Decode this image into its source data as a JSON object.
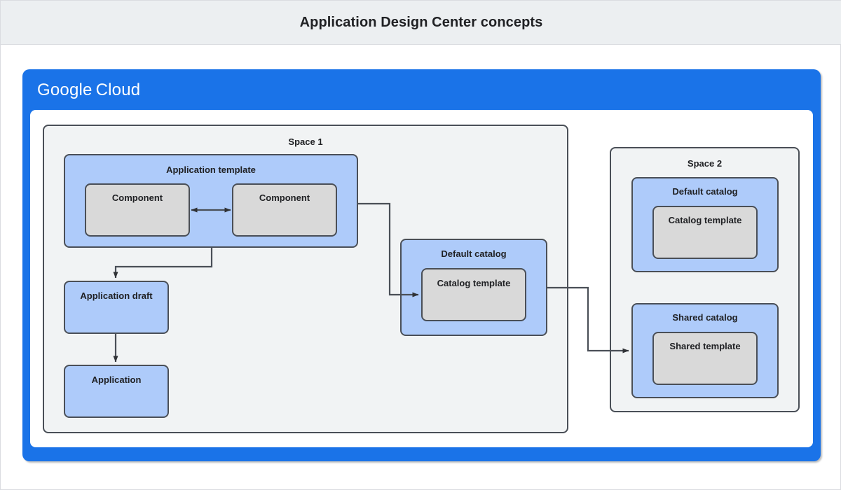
{
  "header": {
    "title": "Application Design Center concepts"
  },
  "cloud": {
    "logo_google": "Google",
    "logo_cloud": "Cloud"
  },
  "colors": {
    "brand_blue": "#1a73e8",
    "box_blue": "#aecbfa",
    "box_gray": "#d9d9d9",
    "panel_gray": "#f1f3f4",
    "border": "#4a4f57",
    "header_bg": "#eceff1",
    "text": "#202124"
  },
  "space1": {
    "label": "Space 1",
    "application_template": {
      "label": "Application template",
      "component_left": "Component",
      "component_right": "Component"
    },
    "application_draft": "Application draft",
    "application": "Application",
    "default_catalog": {
      "label": "Default catalog",
      "catalog_template": "Catalog template"
    }
  },
  "space2": {
    "label": "Space 2",
    "default_catalog": {
      "label": "Default catalog",
      "catalog_template": "Catalog template"
    },
    "shared_catalog": {
      "label": "Shared catalog",
      "shared_template": "Shared template"
    }
  },
  "connectors": [
    {
      "name": "component-left-to-component-right",
      "type": "bidirectional-arrow"
    },
    {
      "name": "application-template-to-application-draft",
      "type": "arrow"
    },
    {
      "name": "application-draft-to-application",
      "type": "arrow"
    },
    {
      "name": "application-template-to-catalog-template",
      "type": "arrow"
    },
    {
      "name": "default-catalog-to-shared-catalog",
      "type": "arrow"
    }
  ]
}
